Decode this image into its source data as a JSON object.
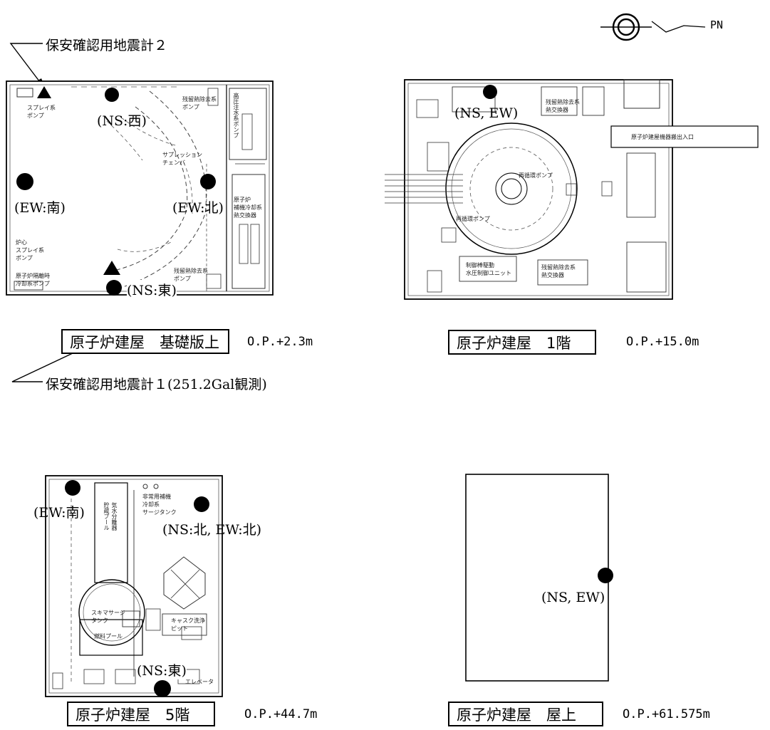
{
  "compass": {
    "label": "PN"
  },
  "seismometers": {
    "meter2": "保安確認用地震計２",
    "meter1": "保安確認用地震計１(251.2Gal観測)"
  },
  "plans": [
    {
      "title": "原子炉建屋　基礎版上",
      "elevation": "O.P.+2.3m",
      "sensor_labels": {
        "ns_west": "(NS:西)",
        "ew_south": "(EW:南)",
        "ew_north": "(EW:北)",
        "ns_east": "(NS:東)"
      },
      "room_labels": {
        "spray_pump": "スプレイ系\nポンプ",
        "heat_removal_pump": "残留熱除去系\nポンプ",
        "cooling_pump": "高圧注水系ポンプ",
        "suppression": "サプレッション\nチェンバ",
        "core_spray": "炉心\nスプレイ系\nポンプ",
        "isolation_pump": "原子炉隔離時\n冷却系ポンプ",
        "rhr_pump2": "残留熱除去系\nポンプ",
        "rhr_hx": "原子炉\n補機冷却系\n熱交換器"
      }
    },
    {
      "title": "原子炉建屋　1階",
      "elevation": "O.P.+15.0m",
      "sensor_labels": {
        "ns_ew": "(NS, EW)"
      },
      "room_labels": {
        "entrance": "原子炉建屋機器搬出入口",
        "hx_top": "残留熱除去系\n熱交換器",
        "recirc_pump": "再循環ポンプ",
        "recirc_pump2": "再循環ポンプ",
        "control_unit": "制御棒駆動\n水圧制御ユニット",
        "hx_bottom": "残留熱除去系\n熱交換器"
      }
    },
    {
      "title": "原子炉建屋　5階",
      "elevation": "O.P.+44.7m",
      "sensor_labels": {
        "ew_south": "(EW:南)",
        "ns_north_ew_north": "(NS:北, EW:北)",
        "ns_east": "(NS:東)"
      },
      "room_labels": {
        "surge_tank": "非常用補機\n冷却系\nサージタンク",
        "separator_pool": "気水分離器\n貯蔵プール",
        "skimmer": "スキマサージ\nタンク",
        "cask_pit": "キャスク洗浄\nピット",
        "fuel_pool": "燃料プール",
        "elevator": "エレベータ"
      }
    },
    {
      "title": "原子炉建屋　屋上",
      "elevation": "O.P.+61.575m",
      "sensor_labels": {
        "ns_ew": "(NS, EW)"
      }
    }
  ]
}
